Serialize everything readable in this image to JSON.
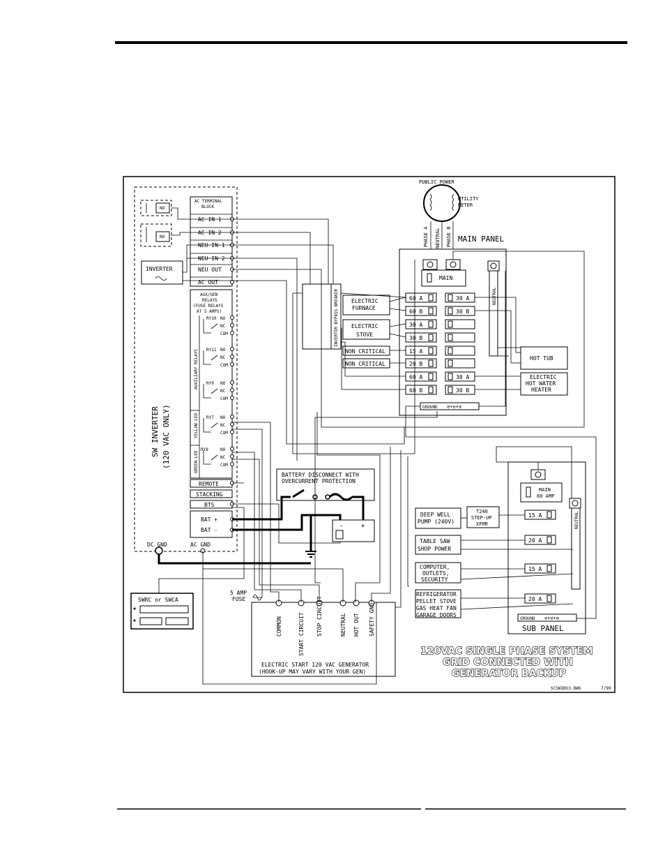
{
  "utility": {
    "public_power": "PUBLIC POWER",
    "utility_meter": [
      "UTILITY",
      "METER"
    ],
    "phase_a": "PHASE A",
    "neutral": "NEUTRAL",
    "phase_b": "PHASE B"
  },
  "main_panel": {
    "title": "MAIN PANEL",
    "main": "MAIN",
    "neutral": "NEUTRAL",
    "ground": "GROUND",
    "left_breakers": [
      "60 A",
      "60 B",
      "30 A",
      "30 B",
      "15 A",
      "20 B",
      "60 A",
      "60 B"
    ],
    "right_breakers": [
      "30 A",
      "30 B",
      "",
      "",
      "",
      "",
      "30 A",
      "30 B"
    ]
  },
  "loads_left": {
    "furnace": [
      "ELECTRIC",
      "FURNACE"
    ],
    "stove": [
      "ELECTRIC",
      "STOVE"
    ],
    "noncrit1": "NON CRITICAL",
    "noncrit2": "NON CRITICAL"
  },
  "loads_right": {
    "hot_tub": "HOT TUB",
    "water_heater": [
      "ELECTRIC",
      "HOT WATER",
      "HEATER"
    ]
  },
  "bypass": "INVERTER BYPASS BREAKER",
  "inverter": {
    "side_title": [
      "SW INVERTER",
      "(120 VAC ONLY)"
    ],
    "ac_terminal": [
      "AC TERMINAL",
      "BLOCK"
    ],
    "terminals": [
      "AC IN 1",
      "AC IN 2",
      "NEU IN 1",
      "NEU IN 2",
      "NEU OUT",
      "AC OUT"
    ],
    "no": "NO",
    "inverter_label": "INVERTER",
    "aux_relays": [
      "AUX/GEN",
      "RELAYS",
      "(FUSE RELAYS",
      "AT 5 AMPS)"
    ],
    "relays": [
      "RY10",
      "RY11",
      "RY9",
      "RY7",
      "RY8"
    ],
    "contacts": [
      "NO",
      "NC",
      "COM"
    ],
    "auxiliary_relays": "AUXILIARY RELAYS",
    "yellow_led": "YELLOW LED",
    "green_led": "GREEN LED",
    "remote": "REMOTE",
    "stacking": "STACKING",
    "bts": "BTS",
    "bat_plus": "BAT +",
    "bat_minus": "BAT -",
    "dc_gnd": "DC GND",
    "ac_gnd": "AC GND"
  },
  "battery": {
    "disconnect": [
      "BATTERY DISCONNECT WITH",
      "OVERCURRENT PROTECTION"
    ],
    "minus": "-",
    "plus": "+"
  },
  "remote_unit": {
    "label": "SWRC or SWCA"
  },
  "generator": {
    "fuse": [
      "5 AMP",
      "FUSE"
    ],
    "terminals": [
      "COMMON",
      "START CIRCUIT",
      "STOP CIRCUIT",
      "NEUTRAL",
      "HOT OUT",
      "SAFETY GND"
    ],
    "caption": [
      "ELECTRIC START 120 VAC GENERATOR",
      "(HOOK-UP MAY VARY WITH YOUR GEN)"
    ]
  },
  "sub_panel": {
    "title": "SUB PANEL",
    "main": [
      "MAIN",
      "60 AMP"
    ],
    "neutral": "NEUTRAL",
    "ground": "GROUND",
    "breakers": [
      "15 A",
      "20 A",
      "15 A",
      "20 A"
    ],
    "loads": {
      "well": [
        "DEEP WELL",
        "PUMP (240V)"
      ],
      "xfmr": [
        "T240",
        "STEP-UP",
        "XFMR"
      ],
      "saw": [
        "TABLE SAW",
        "SHOP POWER"
      ],
      "computer": [
        "COMPUTER,",
        "OUTLETS,",
        "SECURITY"
      ],
      "fridge": [
        "REFRIGERATOR",
        "PELLET STOVE",
        "GAS HEAT FAN",
        "GARAGE DOORS"
      ]
    }
  },
  "system_title": [
    "120VAC SINGLE PHASE SYSTEM",
    "GRID CONNECTED WITH",
    "GENERATOR BACKUP"
  ],
  "drawing_id": "SCSWINS3.DWG",
  "date": "7/99",
  "colors": {
    "ink": "#000000",
    "paper": "#ffffff"
  }
}
